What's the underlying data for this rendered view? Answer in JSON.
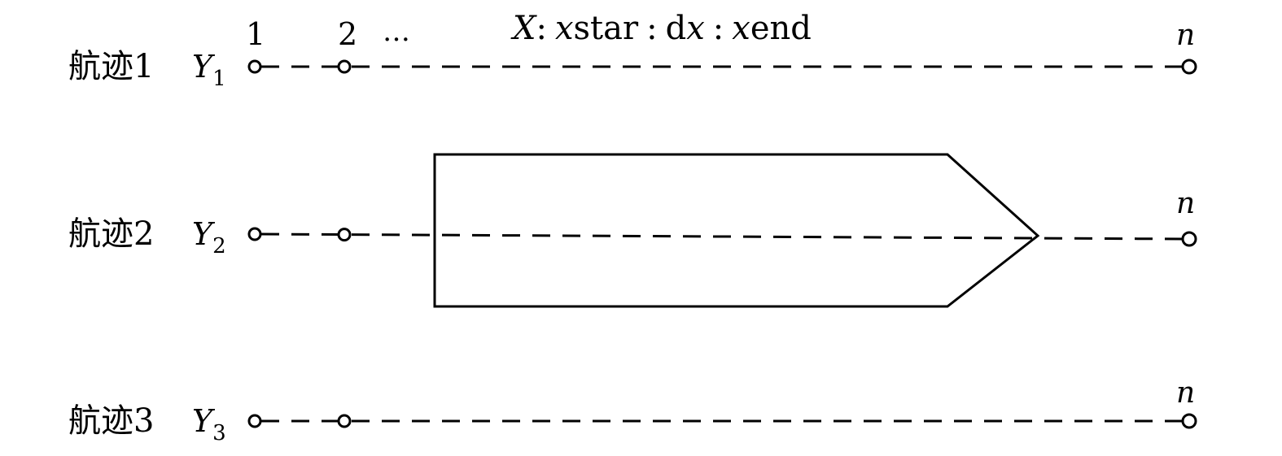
{
  "tracks": [
    {
      "name": "航迹1",
      "y_symbol": "Y",
      "y_sub": "1",
      "end_label": "n"
    },
    {
      "name": "航迹2",
      "y_symbol": "Y",
      "y_sub": "2",
      "end_label": "n"
    },
    {
      "name": "航迹3",
      "y_symbol": "Y",
      "y_sub": "3",
      "end_label": "n"
    }
  ],
  "point_labels": {
    "first": "1",
    "second": "2",
    "ellipsis": "…"
  },
  "x_axis": {
    "var": "X",
    "colon": ":",
    "xstar_x": "x",
    "xstar_txt": "star",
    "sep": ":",
    "d": "d",
    "dx_x": "x",
    "xend_x": "x",
    "xend_txt": "end"
  },
  "colors": {
    "line": "#000000",
    "background": "#ffffff"
  }
}
